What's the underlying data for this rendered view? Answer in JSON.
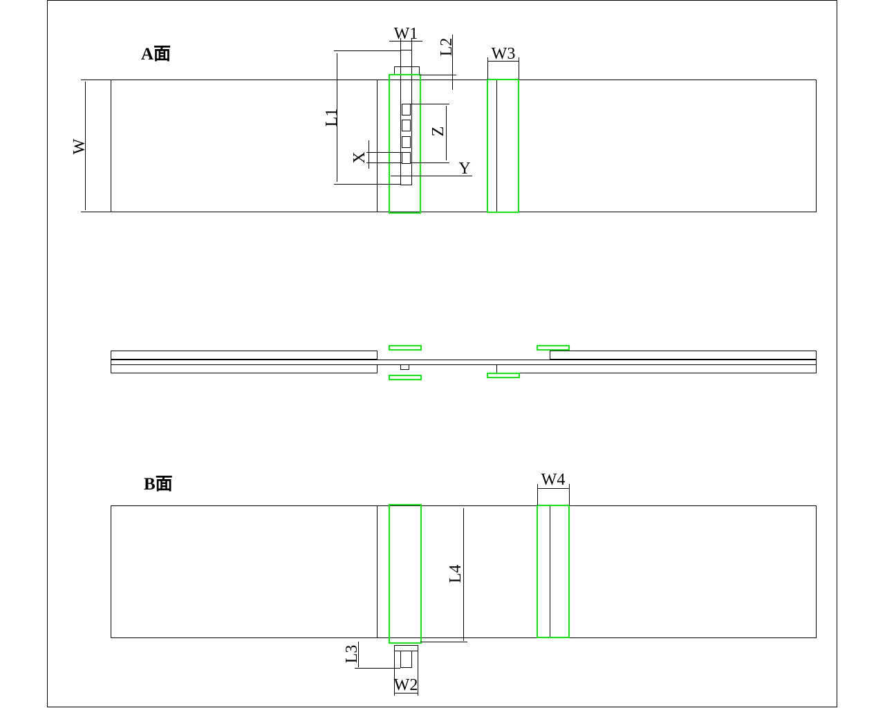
{
  "views": {
    "face_a": {
      "title": "A面"
    },
    "face_b": {
      "title": "B面"
    }
  },
  "dimensions": {
    "w": "W",
    "w1": "W1",
    "w2": "W2",
    "w3": "W3",
    "w4": "W4",
    "l1": "L1",
    "l2": "L2",
    "l3": "L3",
    "l4": "L4",
    "x": "X",
    "y": "Y",
    "z": "Z"
  },
  "colors": {
    "outline": "#000000",
    "highlight": "#22dd22"
  }
}
